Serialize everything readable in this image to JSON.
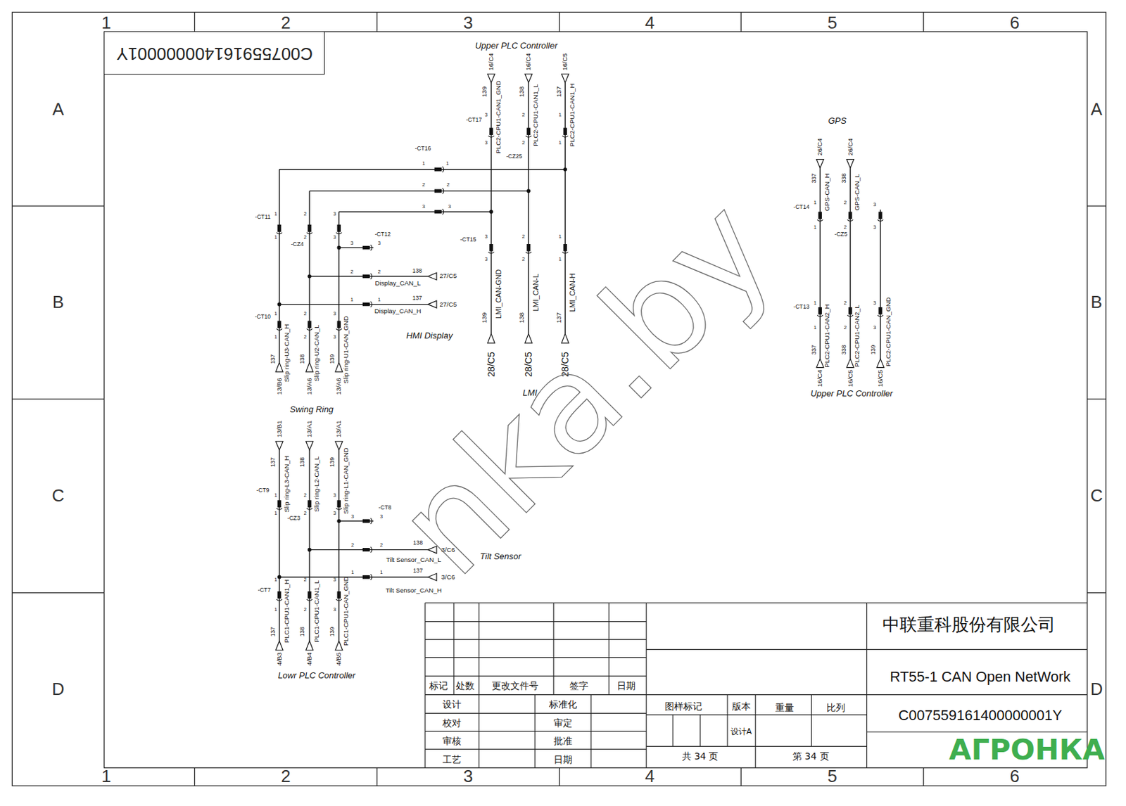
{
  "diagram": {
    "nodes": [
      {
        "text": [
          "C007559161400000001Y"
        ]
      }
    ],
    "labels": [
      "1",
      "2",
      "3",
      "4",
      "5",
      "6",
      "1",
      "2",
      "3",
      "4",
      "5",
      "6",
      "A",
      "B",
      "C",
      "D",
      "A",
      "B",
      "C",
      "D",
      "Upper PLC Controller",
      "16/C4",
      "16/C4",
      "16/C5",
      "139",
      "138",
      "137",
      "PLC2-CPU1-CAN1_GND",
      "PLC2-CPU1-CAN1_L",
      "PLC2-CPU1-CAN1_H",
      "-CT17",
      "3",
      "3",
      "2",
      "2",
      "1",
      "1",
      "-CT16",
      "-CZ25",
      "1",
      "1",
      "2",
      "2",
      "3",
      "3",
      "-CT15",
      "3",
      "3",
      "2",
      "2",
      "1",
      "1",
      "LMI_CAN-GND",
      "LMI_CAN-L",
      "LMI_CAN-H",
      "139",
      "138",
      "137",
      "28/C5",
      "28/C5",
      "28/C5",
      "LMI",
      "-CT11",
      "1",
      "1",
      "2",
      "2",
      "3",
      "3",
      "-CZ4",
      "-CT12",
      "3",
      "3",
      "2",
      "2",
      "138",
      "Display_CAN_L",
      "27/C5",
      "1",
      "1",
      "137",
      "Display_CAN_H",
      "27/C5",
      "HMI Display",
      "-CT10",
      "1",
      "1",
      "2",
      "2",
      "3",
      "3",
      "Slip ring-U3-CAN_H",
      "Slip ring-U2-CAN_L",
      "Slip ring-U1-CAN_GND",
      "137",
      "138",
      "139",
      "13/B6",
      "13/A6",
      "13/A6",
      "Swing Ring",
      "13/B1",
      "13/A1",
      "13/A1",
      "137",
      "138",
      "139",
      "Slip ring-L3-CAN_H",
      "Slip ring-L2-CAN_L",
      "Slip ring-L1-CAN_GND",
      "-CT9",
      "1",
      "1",
      "-CZ3",
      "2",
      "2",
      "3",
      "3",
      "-CT8",
      "3",
      "3",
      "2",
      "2",
      "138",
      "3/C6",
      "Tilt Sensor_CAN_L",
      "1",
      "1",
      "137",
      "3/C6",
      "Tilt Sensor_CAN_H",
      "Tilt Sensor",
      "-CT7",
      "1",
      "1",
      "2",
      "2",
      "3",
      "3",
      "PLC1-CPU1-CAN1_H",
      "PLC1-CPU1-CAN1_L",
      "PLC1-CPU1-CAN_GND",
      "137",
      "138",
      "139",
      "4/B3",
      "4/B4",
      "4/B5",
      "Lowr PLC Controller",
      "GPS",
      "26/C4",
      "26/C4",
      "337",
      "338",
      "GPS-CAN_H",
      "GPS-CAN_L",
      "-CT14",
      "1",
      "1",
      "-CZ5",
      "2",
      "2",
      "3",
      "3",
      "-CT13",
      "1",
      "1",
      "2",
      "2",
      "3",
      "3",
      "PLC2-CPU1-CAN2_H",
      "PLC2-CPU1-CAN2_L",
      "PLC2-CPU1-CAN_GND",
      "337",
      "338",
      "139",
      "16/C4",
      "16/C5",
      "16/C5",
      "Upper PLC Controller",
      "标记",
      "处数",
      "更改文件号",
      "签字",
      "日期",
      "设计",
      "标准化",
      "校对",
      "审定",
      "审核",
      "批准",
      "工艺",
      "日期",
      "图样标记",
      "版本",
      "重量",
      "比列",
      "设计A",
      "共 34 页",
      "第 34 页",
      "中联重科股份有限公司",
      "RT55-1 CAN Open NetWork",
      "C007559161400000001Y",
      "nka.by",
      "АГРОНКА"
    ]
  }
}
